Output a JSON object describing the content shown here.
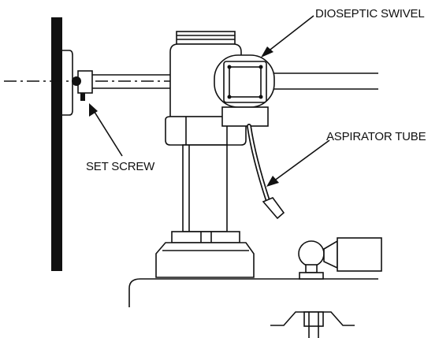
{
  "labels": {
    "dioseptic_swivel": "DIOSEPTIC SWIVEL",
    "aspirator_tube": "ASPIRATOR TUBE",
    "set_screw": "SET SCREW"
  },
  "colors": {
    "ink": "#111111",
    "background": "#ffffff"
  }
}
